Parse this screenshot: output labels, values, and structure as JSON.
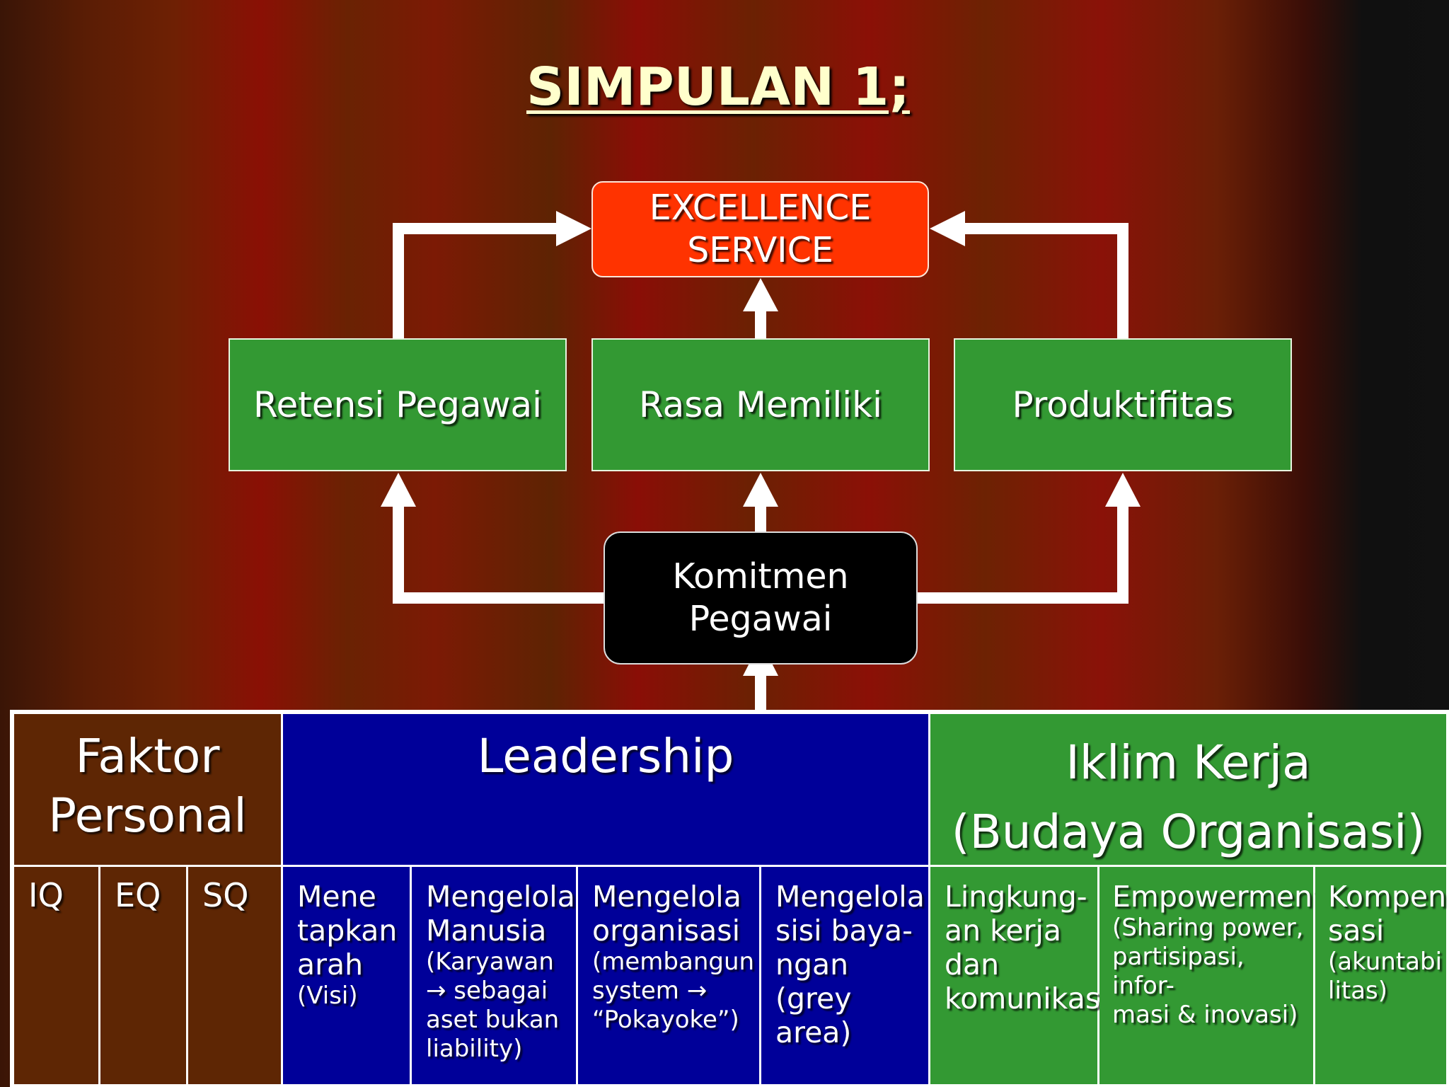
{
  "title": "SIMPULAN 1;",
  "nodes": {
    "excellence": [
      "EXCELLENCE",
      "SERVICE"
    ],
    "retensi": "Retensi Pegawai",
    "rasa": "Rasa Memiliki",
    "produktifitas": "Produktifitas",
    "komitmen": [
      "Komitmen",
      "Pegawai"
    ]
  },
  "table": {
    "headers": {
      "faktor": [
        "Faktor",
        "Personal"
      ],
      "leadership": "Leadership",
      "iklim": [
        "Iklim Kerja",
        "(Budaya Organisasi)"
      ]
    },
    "cells": {
      "iq": "IQ",
      "eq": "EQ",
      "sq": "SQ",
      "menetapkan": {
        "lines": [
          "Mene",
          "tapkan",
          "arah"
        ],
        "note": [
          "(Visi)"
        ]
      },
      "manusia": {
        "lines": [
          "Mengelola",
          "Manusia"
        ],
        "note": [
          "(Karyawan",
          "→  sebagai",
          "aset  bukan",
          "liability)"
        ]
      },
      "organisasi": {
        "lines": [
          "Mengelola",
          "organisasi"
        ],
        "note": [
          "(membangun",
          "system →",
          "“Pokayoke”)"
        ]
      },
      "sisi": {
        "lines": [
          "Mengelola",
          "sisi baya-",
          "ngan (grey",
          "area)"
        ],
        "note": []
      },
      "lingkungan": {
        "lines": [
          "Lingkung-",
          "an kerja",
          "dan",
          "komunikasi"
        ],
        "note": []
      },
      "empowerment": {
        "lines": [
          "Empowerment"
        ],
        "note": [
          "(Sharing power,",
          "partisipasi, infor-",
          "masi  & inovasi)"
        ]
      },
      "kompensasi": {
        "lines": [
          "Kompen",
          "sasi"
        ],
        "note": [
          "(akuntabi",
          "litas)"
        ]
      }
    }
  },
  "colors": {
    "excellence": "#ff3300",
    "green": "#339933",
    "blue": "#000099",
    "brown": "#5e2604",
    "title": "#ffffcc"
  }
}
